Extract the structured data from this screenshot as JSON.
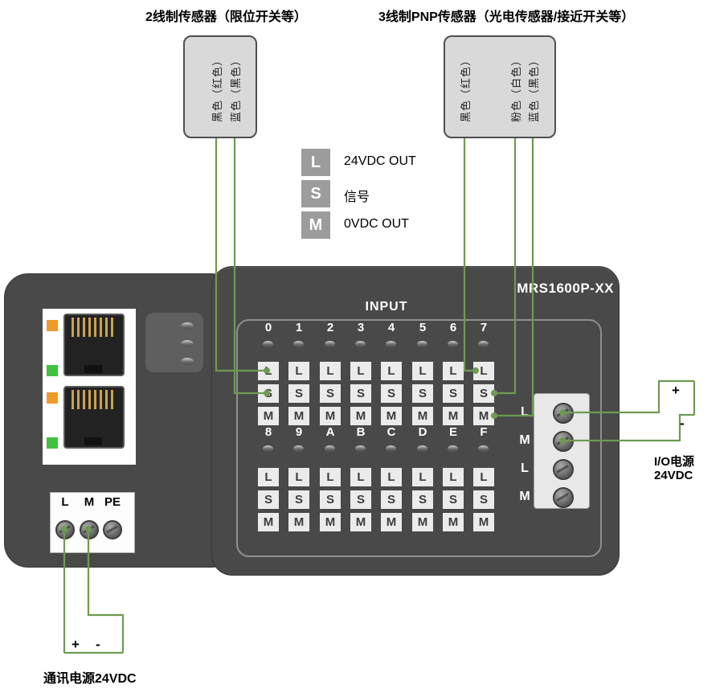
{
  "labels": {
    "sensor2_title": "2线制传感器（限位开关等）",
    "sensor3_title": "3线制PNP传感器（光电传感器/接近开关等）",
    "model": "MRS1600P-XX",
    "input": "INPUT",
    "io_power_line1": "I/O电源",
    "io_power_line2": "24VDC",
    "comm_power": "通讯电源24VDC",
    "plus": "+",
    "minus": "-"
  },
  "legend": [
    {
      "key": "L",
      "desc": "24VDC OUT"
    },
    {
      "key": "S",
      "desc": "信号"
    },
    {
      "key": "M",
      "desc": "0VDC OUT"
    }
  ],
  "sensor2": {
    "wire_labels": [
      "黑色（红色）",
      "蓝色（黑色）"
    ]
  },
  "sensor3": {
    "wire_labels": [
      "黑色（红色）",
      "粉色（白色）",
      "蓝色（黑色）"
    ]
  },
  "channels": {
    "group1": [
      "0",
      "1",
      "2",
      "3",
      "4",
      "5",
      "6",
      "7"
    ],
    "group2": [
      "8",
      "9",
      "A",
      "B",
      "C",
      "D",
      "E",
      "F"
    ],
    "terminal_rows": [
      "L",
      "S",
      "M"
    ]
  },
  "io_terminal": {
    "labels": [
      "L",
      "M",
      "L",
      "M"
    ]
  },
  "comm_terminal": {
    "labels": [
      "L",
      "M",
      "PE"
    ]
  },
  "colors": {
    "wire": "#6f9a52",
    "body": "#494949",
    "terminal_box": "#ebebeb",
    "led_orange": "#f09a28",
    "led_green": "#3ec23e"
  }
}
